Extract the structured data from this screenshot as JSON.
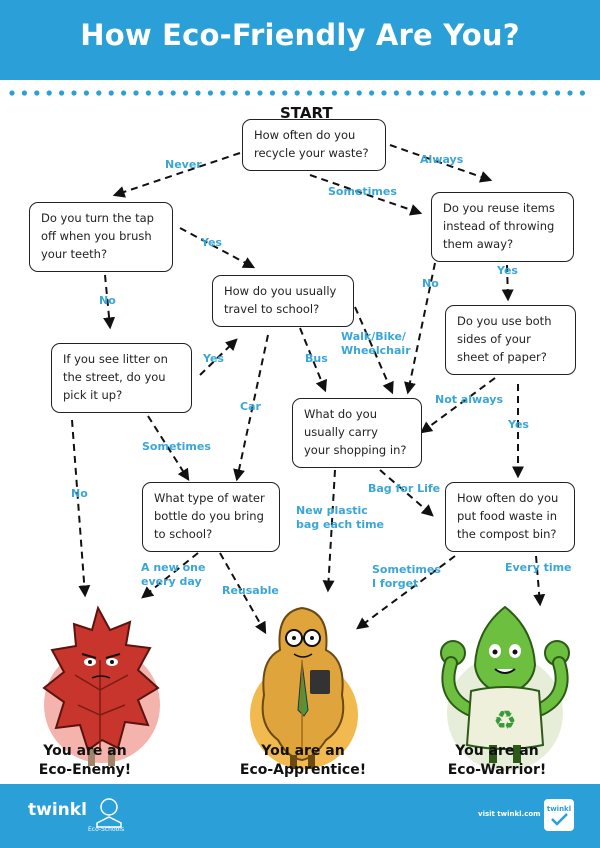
{
  "header": {
    "title": "How Eco-Friendly Are You?"
  },
  "flow": {
    "start": "START",
    "questions": {
      "recycle": [
        "How often do you",
        "recycle your waste?"
      ],
      "tap": [
        "Do you turn the tap",
        "off when you brush",
        "your teeth?"
      ],
      "reuse": [
        "Do you reuse items",
        "instead of throwing",
        "them away?"
      ],
      "travel": [
        "How do you usually",
        "travel to school?"
      ],
      "paper": [
        "Do you use both",
        "sides of your",
        "sheet of paper?"
      ],
      "litter": [
        "If you see litter on",
        "the street, do you",
        "pick it up?"
      ],
      "shopping": [
        "What do you",
        "usually carry",
        "your shopping in?"
      ],
      "bottle": [
        "What type of water",
        "bottle do you bring",
        "to school?"
      ],
      "compost": [
        "How often do you",
        "put food waste in",
        "the compost bin?"
      ]
    },
    "labels": {
      "never": "Never",
      "always": "Always",
      "sometimes_recycle": "Sometimes",
      "yes_tap": "Yes",
      "no_tap": "No",
      "no_reuse": "No",
      "yes_reuse": "Yes",
      "walk": [
        "Walk/Bike/",
        "Wheelchair"
      ],
      "bus": "Bus",
      "yes_litter": "Yes",
      "car": "Car",
      "not_always": "Not always",
      "yes_paper": "Yes",
      "sometimes_litter": "Sometimes",
      "no_litter": "No",
      "bag_for_life": "Bag for Life",
      "new_plastic": [
        "New plastic",
        "bag each time"
      ],
      "sometimes_forget": [
        "Sometimes",
        "I forget"
      ],
      "every_time": "Every time",
      "new_one": [
        "A new one",
        "every day"
      ],
      "reusable": "Reusable"
    }
  },
  "results": {
    "enemy": [
      "You are an",
      "Eco-Enemy!"
    ],
    "apprentice": [
      "You are an",
      "Eco-Apprentice!"
    ],
    "warrior": [
      "You are an",
      "Eco-Warrior!"
    ]
  },
  "colors": {
    "header": "#2a9fd8",
    "label": "#3aa6d6",
    "enemy_leaf": "#c8352c",
    "enemy_circle": "#f4b3ac",
    "apprentice_leaf": "#e0a43c",
    "apprentice_circle": "#f2b94f",
    "warrior_leaf": "#6cbf3f",
    "warrior_circle": "#e6eeda"
  },
  "footer": {
    "twinkl": "twinkl",
    "eco_schools": "Eco-Schools",
    "visit": "visit twinkl.com",
    "badge": "twinkl"
  }
}
